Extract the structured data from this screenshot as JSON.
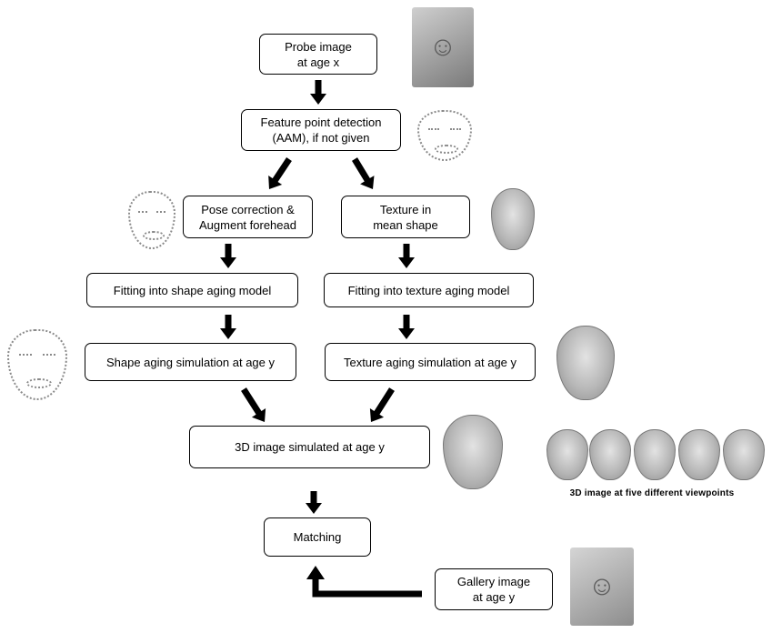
{
  "diagram": {
    "nodes": {
      "probe": [
        "Probe image",
        "at age x"
      ],
      "feature": [
        "Feature point detection",
        "(AAM), if not given"
      ],
      "pose": [
        "Pose correction &",
        "Augment forehead"
      ],
      "texture": [
        "Texture in",
        "mean shape"
      ],
      "fit_shape": [
        "Fitting into shape aging model"
      ],
      "fit_texture": [
        "Fitting into texture aging model"
      ],
      "shape_sim": [
        "Shape aging simulation at age y"
      ],
      "texture_sim": [
        "Texture aging simulation at age y"
      ],
      "image_3d": [
        "3D image simulated at age y"
      ],
      "matching": [
        "Matching"
      ],
      "gallery": [
        "Gallery image",
        "at age y"
      ]
    },
    "views_caption": "3D image at five different viewpoints"
  },
  "colors": {
    "arrow": "#000000",
    "box_border": "#000000",
    "dots": "#8a8a8a",
    "photo": "#9a9a9a"
  },
  "icons": {
    "probe_photo": "child-face-photo",
    "gallery_photo": "adult-face-photo",
    "landmark_faces": "dotted-landmark-face",
    "texture_faces": "face-texture-image"
  }
}
